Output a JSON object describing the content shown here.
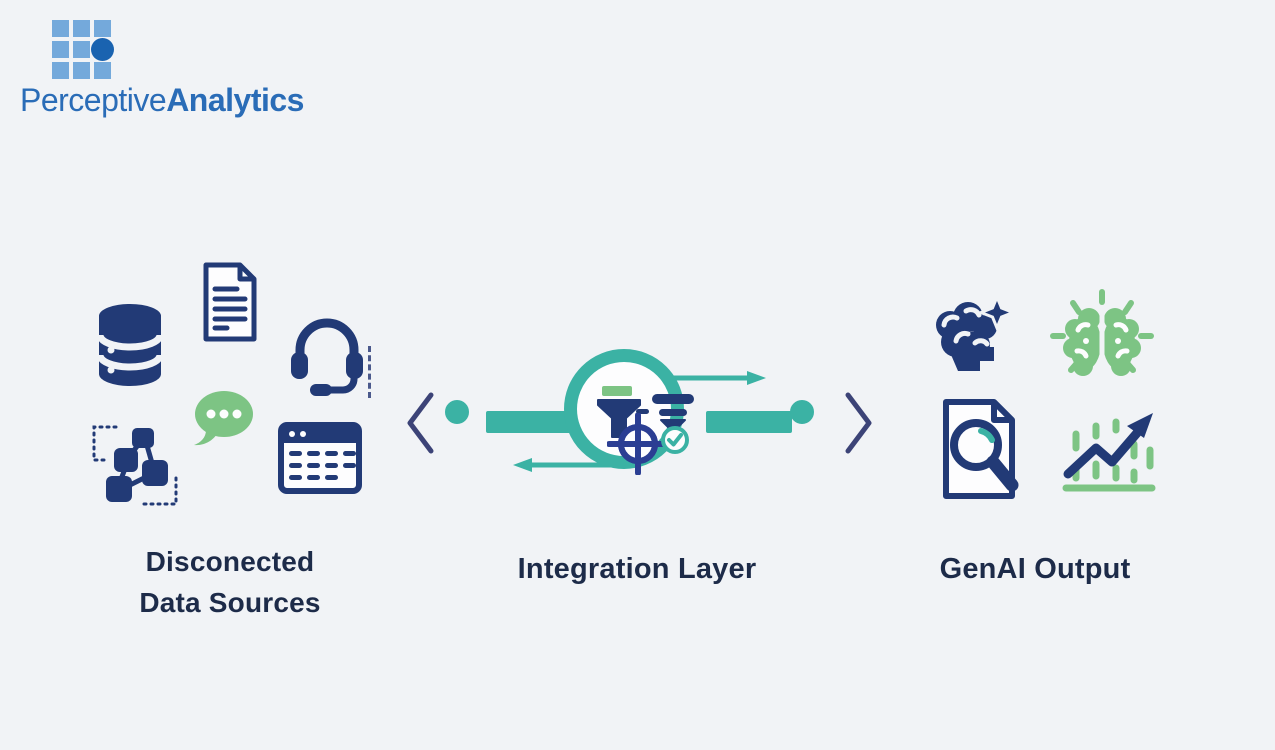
{
  "logo": {
    "brand_first": "Perceptive",
    "brand_second": "Analytics",
    "mark": "grid-of-squares-with-dot"
  },
  "sections": {
    "sources": {
      "label_line1": "Disconected",
      "label_line2": "Data Sources",
      "icons": [
        "database-icon",
        "document-icon",
        "headset-icon",
        "chat-bubble-icon",
        "flowchart-icon",
        "spreadsheet-icon"
      ]
    },
    "integration": {
      "label": "Integration Layer",
      "icons": [
        "chevron-left-icon",
        "node-ring-icon",
        "funnel-green-cap-icon",
        "funnel-small-icon",
        "crosshair-target-icon",
        "check-circle-icon",
        "arrow-right-icon",
        "arrow-left-icon",
        "node-ring-icon",
        "chevron-right-icon"
      ]
    },
    "output": {
      "label": "GenAI Output",
      "icons": [
        "ai-brain-sparkle-icon",
        "glowing-brain-icon",
        "document-search-icon",
        "growth-chart-icon"
      ]
    }
  },
  "colors": {
    "background": "#f1f3f6",
    "surface": "#fdfdfe",
    "navy": "#223a76",
    "royal": "#2b3e93",
    "teal": "#3bb2a4",
    "green": "#7dc484",
    "text": "#1d2b49",
    "chevron": "#3c4377",
    "logo_blue": "#2a6cb7",
    "logo_square": "#74a9db",
    "logo_dot": "#1a63b0"
  }
}
